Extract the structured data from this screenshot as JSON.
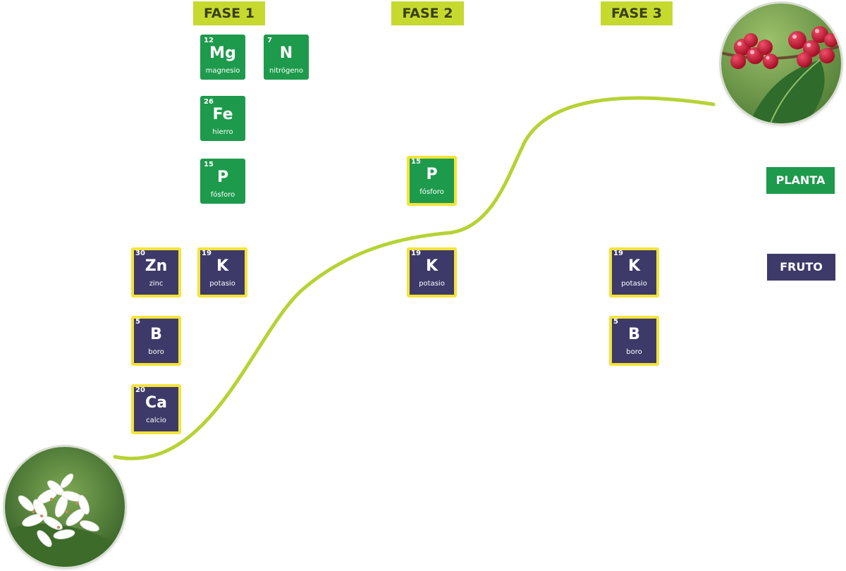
{
  "phases": [
    {
      "label": "FASE 1"
    },
    {
      "label": "FASE 2"
    },
    {
      "label": "FASE 3"
    }
  ],
  "elements": [
    {
      "number": "12",
      "symbol": "Mg",
      "name": "magnesio",
      "group": "planta",
      "phase": "FASE 1",
      "highlighted": false
    },
    {
      "number": "7",
      "symbol": "N",
      "name": "nitrógeno",
      "group": "planta",
      "phase": "FASE 1",
      "highlighted": false
    },
    {
      "number": "26",
      "symbol": "Fe",
      "name": "hierro",
      "group": "planta",
      "phase": "FASE 1",
      "highlighted": false
    },
    {
      "number": "15",
      "symbol": "P",
      "name": "fósforo",
      "group": "planta",
      "phase": "FASE 1",
      "highlighted": false
    },
    {
      "number": "15",
      "symbol": "P",
      "name": "fósforo",
      "group": "planta",
      "phase": "FASE 2",
      "highlighted": true
    },
    {
      "number": "30",
      "symbol": "Zn",
      "name": "zinc",
      "group": "fruto",
      "phase": "FASE 1",
      "highlighted": true
    },
    {
      "number": "19",
      "symbol": "K",
      "name": "potasio",
      "group": "fruto",
      "phase": "FASE 1",
      "highlighted": true
    },
    {
      "number": "19",
      "symbol": "K",
      "name": "potasio",
      "group": "fruto",
      "phase": "FASE 2",
      "highlighted": true
    },
    {
      "number": "19",
      "symbol": "K",
      "name": "potasio",
      "group": "fruto",
      "phase": "FASE 3",
      "highlighted": true
    },
    {
      "number": "5",
      "symbol": "B",
      "name": "boro",
      "group": "fruto",
      "phase": "FASE 1",
      "highlighted": true
    },
    {
      "number": "5",
      "symbol": "B",
      "name": "boro",
      "group": "fruto",
      "phase": "FASE 3",
      "highlighted": true
    },
    {
      "number": "20",
      "symbol": "Ca",
      "name": "calcio",
      "group": "fruto",
      "phase": "FASE 1",
      "highlighted": true
    }
  ],
  "legend": {
    "planta": "PLANTA",
    "fruto": "FRUTO"
  },
  "images": [
    {
      "icon": "coffee-flower-photo"
    },
    {
      "icon": "coffee-cherries-photo"
    }
  ],
  "colors": {
    "planta": "#1e9a4c",
    "fruto": "#3d3a69",
    "phase_banner": "#c6d92f",
    "highlight_border": "#f4e33a",
    "curve": "#b5d334"
  }
}
